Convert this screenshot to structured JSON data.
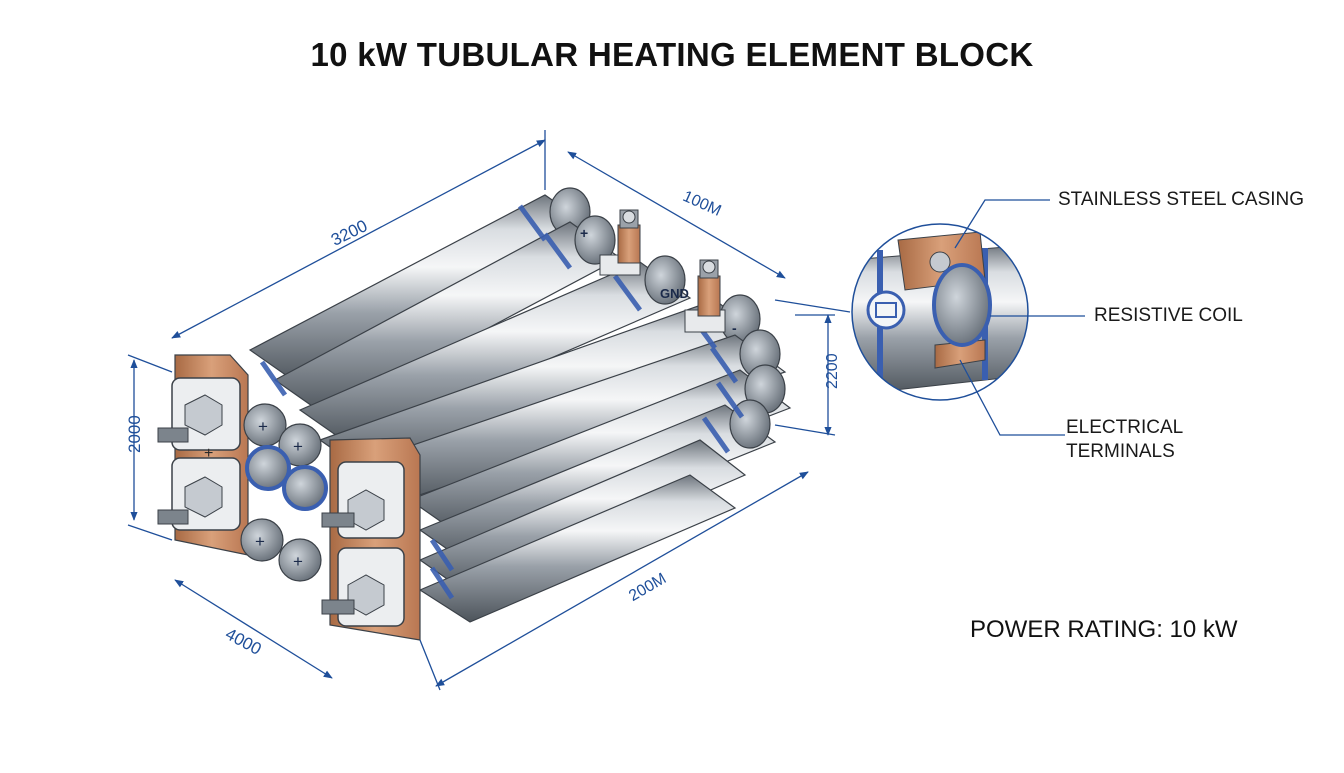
{
  "title": "10 kW TUBULAR HEATING ELEMENT BLOCK",
  "dimensions": {
    "top_length": "3200",
    "top_depth": "100M",
    "left_height": "2000",
    "right_height": "2200",
    "bottom_depth": "4000",
    "bottom_length": "200M"
  },
  "tube_labels": {
    "plus": "+",
    "gnd": "GND",
    "minus": "-"
  },
  "callouts": {
    "casing": "STAINLESS STEEL CASING",
    "coil": "RESISTIVE COIL",
    "terminals_line1": "ELECTRICAL",
    "terminals_line2": "TERMINALS"
  },
  "power_rating": "POWER RATING: 10 kW",
  "colors": {
    "dimension_line": "#1f4f9a",
    "copper": "#c98a5e",
    "steel": "#a9b0b8",
    "blue_band": "#3a5fb0"
  }
}
